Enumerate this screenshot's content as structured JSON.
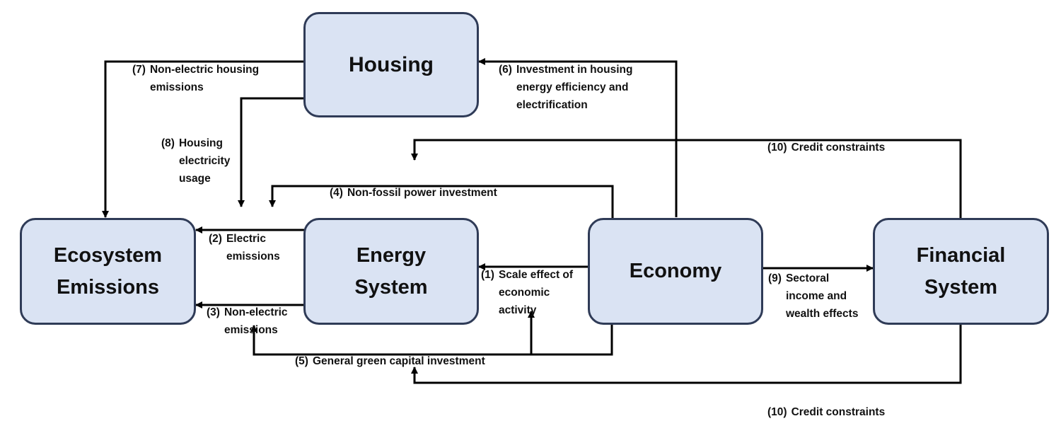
{
  "nodes": {
    "housing": "Housing",
    "ecosystem": "Ecosystem\nEmissions",
    "energy": "Energy\nSystem",
    "economy": "Economy",
    "financial": "Financial\nSystem"
  },
  "edges": {
    "e1": {
      "num": "(1)",
      "text": "Scale effect of\neconomic\nactivity"
    },
    "e2": {
      "num": "(2)",
      "text": "Electric\nemissions"
    },
    "e3": {
      "num": "(3)",
      "text": "Non-electric\nemissions"
    },
    "e4": {
      "num": "(4)",
      "text": "Non-fossil power investment"
    },
    "e5": {
      "num": "(5)",
      "text": "General green capital investment"
    },
    "e6": {
      "num": "(6)",
      "text": "Investment in housing\nenergy efficiency and\nelectrification"
    },
    "e7": {
      "num": "(7)",
      "text": "Non-electric housing\nemissions"
    },
    "e8": {
      "num": "(8)",
      "text": "Housing\nelectricity\nusage"
    },
    "e9": {
      "num": "(9)",
      "text": "Sectoral\nincome and\nwealth effects"
    },
    "e10_top": {
      "num": "(10)",
      "text": "Credit constraints"
    },
    "e10_bottom": {
      "num": "(10)",
      "text": "Credit constraints"
    }
  },
  "colors": {
    "box_fill": "#dae3f3",
    "box_border": "#2f3b57",
    "line": "#000000"
  }
}
